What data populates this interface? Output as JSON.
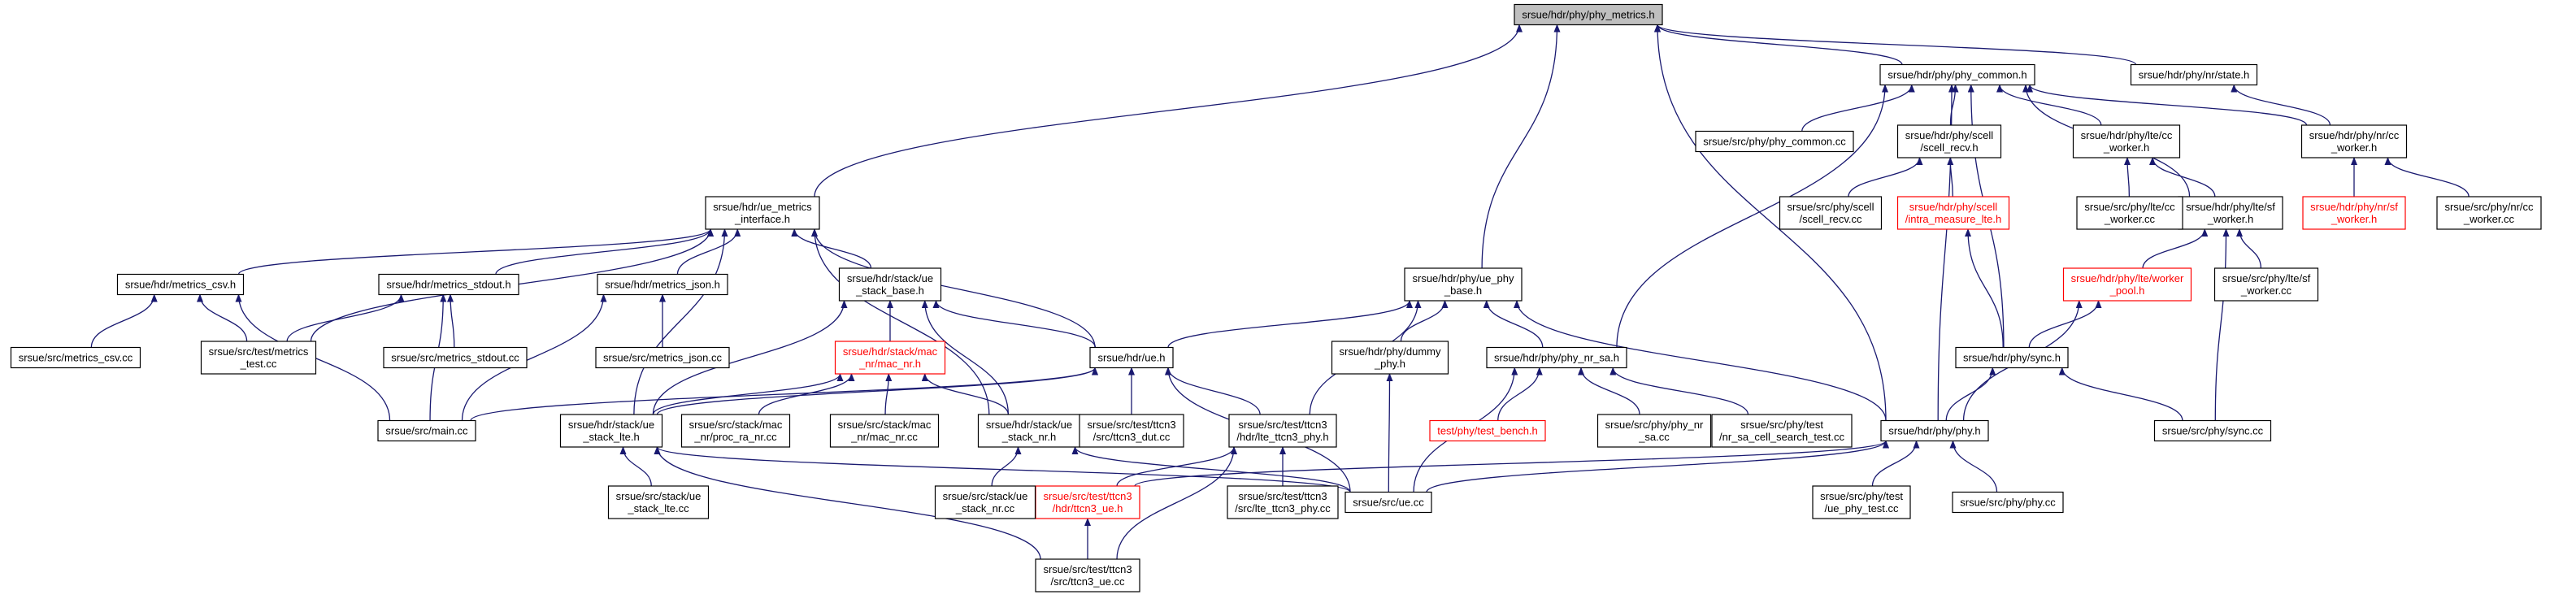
{
  "colors": {
    "edge": "#191970",
    "root_fill": "#bfbfbf",
    "node_border": "#000000",
    "truncated_border": "#ff0000"
  },
  "graph": {
    "nodes": [
      {
        "id": "phy_metrics",
        "lines": [
          "srsue/hdr/phy/phy_metrics.h"
        ],
        "root": true
      },
      {
        "id": "ue_metrics_interface",
        "lines": [
          "srsue/hdr/ue_metrics",
          "_interface.h"
        ]
      },
      {
        "id": "phy_common_h",
        "lines": [
          "srsue/hdr/phy/phy_common.h"
        ]
      },
      {
        "id": "nr_state",
        "lines": [
          "srsue/hdr/phy/nr/state.h"
        ]
      },
      {
        "id": "ue_phy_base",
        "lines": [
          "srsue/hdr/phy/ue_phy",
          "_base.h"
        ]
      },
      {
        "id": "phy_h",
        "lines": [
          "srsue/hdr/phy/phy.h"
        ]
      },
      {
        "id": "phy_common_cc",
        "lines": [
          "srsue/src/phy/phy_common.cc"
        ]
      },
      {
        "id": "scell_recv_h",
        "lines": [
          "srsue/hdr/phy/scell",
          "/scell_recv.h"
        ]
      },
      {
        "id": "lte_cc_worker_h",
        "lines": [
          "srsue/hdr/phy/lte/cc",
          "_worker.h"
        ]
      },
      {
        "id": "nr_cc_worker_h",
        "lines": [
          "srsue/hdr/phy/nr/cc",
          "_worker.h"
        ]
      },
      {
        "id": "lte_sf_worker_h",
        "lines": [
          "srsue/hdr/phy/lte/sf",
          "_worker.h"
        ]
      },
      {
        "id": "scell_recv_cc",
        "lines": [
          "srsue/src/phy/scell",
          "/scell_recv.cc"
        ]
      },
      {
        "id": "intra_measure_lte",
        "lines": [
          "srsue/hdr/phy/scell",
          "/intra_measure_lte.h"
        ],
        "red": true
      },
      {
        "id": "lte_cc_worker_cc",
        "lines": [
          "srsue/src/phy/lte/cc",
          "_worker.cc"
        ]
      },
      {
        "id": "nr_sf_worker_h",
        "lines": [
          "srsue/hdr/phy/nr/sf",
          "_worker.h"
        ],
        "red": true
      },
      {
        "id": "nr_cc_worker_cc",
        "lines": [
          "srsue/src/phy/nr/cc",
          "_worker.cc"
        ]
      },
      {
        "id": "lte_worker_pool",
        "lines": [
          "srsue/hdr/phy/lte/worker",
          "_pool.h"
        ],
        "red": true
      },
      {
        "id": "lte_sf_worker_cc",
        "lines": [
          "srsue/src/phy/lte/sf",
          "_worker.cc"
        ]
      },
      {
        "id": "sync_h",
        "lines": [
          "srsue/hdr/phy/sync.h"
        ]
      },
      {
        "id": "sync_cc",
        "lines": [
          "srsue/src/phy/sync.cc"
        ]
      },
      {
        "id": "metrics_csv_h",
        "lines": [
          "srsue/hdr/metrics_csv.h"
        ]
      },
      {
        "id": "metrics_stdout_h",
        "lines": [
          "srsue/hdr/metrics_stdout.h"
        ]
      },
      {
        "id": "metrics_json_h",
        "lines": [
          "srsue/hdr/metrics_json.h"
        ]
      },
      {
        "id": "ue_stack_base",
        "lines": [
          "srsue/hdr/stack/ue",
          "_stack_base.h"
        ]
      },
      {
        "id": "metrics_csv_cc",
        "lines": [
          "srsue/src/metrics_csv.cc"
        ]
      },
      {
        "id": "metrics_test_cc",
        "lines": [
          "srsue/src/test/metrics",
          "_test.cc"
        ]
      },
      {
        "id": "metrics_stdout_cc",
        "lines": [
          "srsue/src/metrics_stdout.cc"
        ]
      },
      {
        "id": "metrics_json_cc",
        "lines": [
          "srsue/src/metrics_json.cc"
        ]
      },
      {
        "id": "mac_nr_h",
        "lines": [
          "srsue/hdr/stack/mac",
          "_nr/mac_nr.h"
        ],
        "red": true
      },
      {
        "id": "ue_h",
        "lines": [
          "srsue/hdr/ue.h"
        ]
      },
      {
        "id": "dummy_phy",
        "lines": [
          "srsue/hdr/phy/dummy",
          "_phy.h"
        ]
      },
      {
        "id": "phy_nr_sa",
        "lines": [
          "srsue/hdr/phy/phy_nr_sa.h"
        ]
      },
      {
        "id": "main_cc",
        "lines": [
          "srsue/src/main.cc"
        ]
      },
      {
        "id": "ue_stack_lte_h",
        "lines": [
          "srsue/hdr/stack/ue",
          "_stack_lte.h"
        ]
      },
      {
        "id": "proc_ra_nr",
        "lines": [
          "srsue/src/stack/mac",
          "_nr/proc_ra_nr.cc"
        ]
      },
      {
        "id": "mac_nr_cc",
        "lines": [
          "srsue/src/stack/mac",
          "_nr/mac_nr.cc"
        ]
      },
      {
        "id": "ue_stack_nr_h",
        "lines": [
          "srsue/hdr/stack/ue",
          "_stack_nr.h"
        ]
      },
      {
        "id": "ttcn3_dut",
        "lines": [
          "srsue/src/test/ttcn3",
          "/src/ttcn3_dut.cc"
        ]
      },
      {
        "id": "lte_ttcn3_phy_h",
        "lines": [
          "srsue/src/test/ttcn3",
          "/hdr/lte_ttcn3_phy.h"
        ]
      },
      {
        "id": "test_bench",
        "lines": [
          "test/phy/test_bench.h"
        ],
        "red": true
      },
      {
        "id": "phy_nr_sa_cc",
        "lines": [
          "srsue/src/phy/phy_nr",
          "_sa.cc"
        ]
      },
      {
        "id": "nr_sa_cell_search",
        "lines": [
          "srsue/src/phy/test",
          "/nr_sa_cell_search_test.cc"
        ]
      },
      {
        "id": "ue_stack_lte_cc",
        "lines": [
          "srsue/src/stack/ue",
          "_stack_lte.cc"
        ]
      },
      {
        "id": "ttcn3_ue_h",
        "lines": [
          "srsue/src/test/ttcn3",
          "/hdr/ttcn3_ue.h"
        ],
        "red": true
      },
      {
        "id": "lte_ttcn3_phy_cc",
        "lines": [
          "srsue/src/test/ttcn3",
          "/src/lte_ttcn3_phy.cc"
        ]
      },
      {
        "id": "ue_stack_nr_cc",
        "lines": [
          "srsue/src/stack/ue",
          "_stack_nr.cc"
        ]
      },
      {
        "id": "ue_cc",
        "lines": [
          "srsue/src/ue.cc"
        ]
      },
      {
        "id": "ue_phy_test",
        "lines": [
          "srsue/src/phy/test",
          "/ue_phy_test.cc"
        ]
      },
      {
        "id": "phy_cc",
        "lines": [
          "srsue/src/phy/phy.cc"
        ]
      },
      {
        "id": "ttcn3_ue_cc",
        "lines": [
          "srsue/src/test/ttcn3",
          "/src/ttcn3_ue.cc"
        ]
      }
    ],
    "edges": [
      [
        "ue_metrics_interface",
        "phy_metrics"
      ],
      [
        "ue_phy_base",
        "phy_metrics"
      ],
      [
        "phy_h",
        "phy_metrics"
      ],
      [
        "phy_common_h",
        "phy_metrics"
      ],
      [
        "nr_state",
        "phy_metrics"
      ],
      [
        "phy_common_cc",
        "phy_common_h"
      ],
      [
        "scell_recv_h",
        "phy_common_h"
      ],
      [
        "lte_cc_worker_h",
        "phy_common_h"
      ],
      [
        "nr_cc_worker_h",
        "phy_common_h"
      ],
      [
        "lte_sf_worker_h",
        "phy_common_h"
      ],
      [
        "phy_nr_sa",
        "phy_common_h"
      ],
      [
        "sync_h",
        "phy_common_h"
      ],
      [
        "phy_h",
        "phy_common_h"
      ],
      [
        "nr_cc_worker_h",
        "nr_state"
      ],
      [
        "scell_recv_cc",
        "scell_recv_h"
      ],
      [
        "intra_measure_lte",
        "scell_recv_h"
      ],
      [
        "sync_h",
        "intra_measure_lte"
      ],
      [
        "lte_cc_worker_cc",
        "lte_cc_worker_h"
      ],
      [
        "lte_sf_worker_h",
        "lte_cc_worker_h"
      ],
      [
        "nr_sf_worker_h",
        "nr_cc_worker_h"
      ],
      [
        "nr_cc_worker_cc",
        "nr_cc_worker_h"
      ],
      [
        "lte_worker_pool",
        "lte_sf_worker_h"
      ],
      [
        "lte_sf_worker_cc",
        "lte_sf_worker_h"
      ],
      [
        "sync_cc",
        "lte_sf_worker_h"
      ],
      [
        "sync_h",
        "lte_worker_pool"
      ],
      [
        "phy_h",
        "lte_worker_pool"
      ],
      [
        "phy_h",
        "sync_h"
      ],
      [
        "sync_cc",
        "sync_h"
      ],
      [
        "metrics_csv_h",
        "ue_metrics_interface"
      ],
      [
        "metrics_stdout_h",
        "ue_metrics_interface"
      ],
      [
        "metrics_json_h",
        "ue_metrics_interface"
      ],
      [
        "ue_stack_base",
        "ue_metrics_interface"
      ],
      [
        "metrics_test_cc",
        "ue_metrics_interface"
      ],
      [
        "ue_h",
        "ue_metrics_interface"
      ],
      [
        "ue_stack_lte_h",
        "ue_metrics_interface"
      ],
      [
        "ue_stack_nr_h",
        "ue_metrics_interface"
      ],
      [
        "metrics_csv_cc",
        "metrics_csv_h"
      ],
      [
        "metrics_test_cc",
        "metrics_csv_h"
      ],
      [
        "main_cc",
        "metrics_csv_h"
      ],
      [
        "metrics_test_cc",
        "metrics_stdout_h"
      ],
      [
        "metrics_stdout_cc",
        "metrics_stdout_h"
      ],
      [
        "main_cc",
        "metrics_stdout_h"
      ],
      [
        "metrics_json_cc",
        "metrics_json_h"
      ],
      [
        "main_cc",
        "metrics_json_h"
      ],
      [
        "mac_nr_h",
        "ue_stack_base"
      ],
      [
        "ue_h",
        "ue_stack_base"
      ],
      [
        "ue_stack_lte_h",
        "ue_stack_base"
      ],
      [
        "ue_stack_nr_h",
        "ue_stack_base"
      ],
      [
        "ue_stack_lte_h",
        "mac_nr_h"
      ],
      [
        "proc_ra_nr",
        "mac_nr_h"
      ],
      [
        "mac_nr_cc",
        "mac_nr_h"
      ],
      [
        "ue_stack_nr_h",
        "mac_nr_h"
      ],
      [
        "main_cc",
        "ue_h"
      ],
      [
        "ttcn3_dut",
        "ue_h"
      ],
      [
        "lte_ttcn3_phy_h",
        "ue_h"
      ],
      [
        "ue_cc",
        "ue_h"
      ],
      [
        "ue_stack_lte_h",
        "ue_h"
      ],
      [
        "ue_h",
        "ue_phy_base"
      ],
      [
        "dummy_phy",
        "ue_phy_base"
      ],
      [
        "phy_nr_sa",
        "ue_phy_base"
      ],
      [
        "lte_ttcn3_phy_h",
        "ue_phy_base"
      ],
      [
        "phy_h",
        "ue_phy_base"
      ],
      [
        "ue_cc",
        "dummy_phy"
      ],
      [
        "test_bench",
        "phy_nr_sa"
      ],
      [
        "phy_nr_sa_cc",
        "phy_nr_sa"
      ],
      [
        "nr_sa_cell_search",
        "phy_nr_sa"
      ],
      [
        "ue_cc",
        "phy_nr_sa"
      ],
      [
        "ue_stack_lte_cc",
        "ue_stack_lte_h"
      ],
      [
        "ue_cc",
        "ue_stack_lte_h"
      ],
      [
        "ttcn3_ue_cc",
        "ue_stack_lte_h"
      ],
      [
        "ue_stack_nr_cc",
        "ue_stack_nr_h"
      ],
      [
        "ue_cc",
        "ue_stack_nr_h"
      ],
      [
        "ttcn3_ue_h",
        "lte_ttcn3_phy_h"
      ],
      [
        "lte_ttcn3_phy_cc",
        "lte_ttcn3_phy_h"
      ],
      [
        "ttcn3_ue_cc",
        "lte_ttcn3_phy_h"
      ],
      [
        "ttcn3_ue_cc",
        "ttcn3_ue_h"
      ],
      [
        "ue_cc",
        "phy_h"
      ],
      [
        "ttcn3_ue_h",
        "phy_h"
      ],
      [
        "ue_phy_test",
        "phy_h"
      ],
      [
        "phy_cc",
        "phy_h"
      ]
    ]
  }
}
